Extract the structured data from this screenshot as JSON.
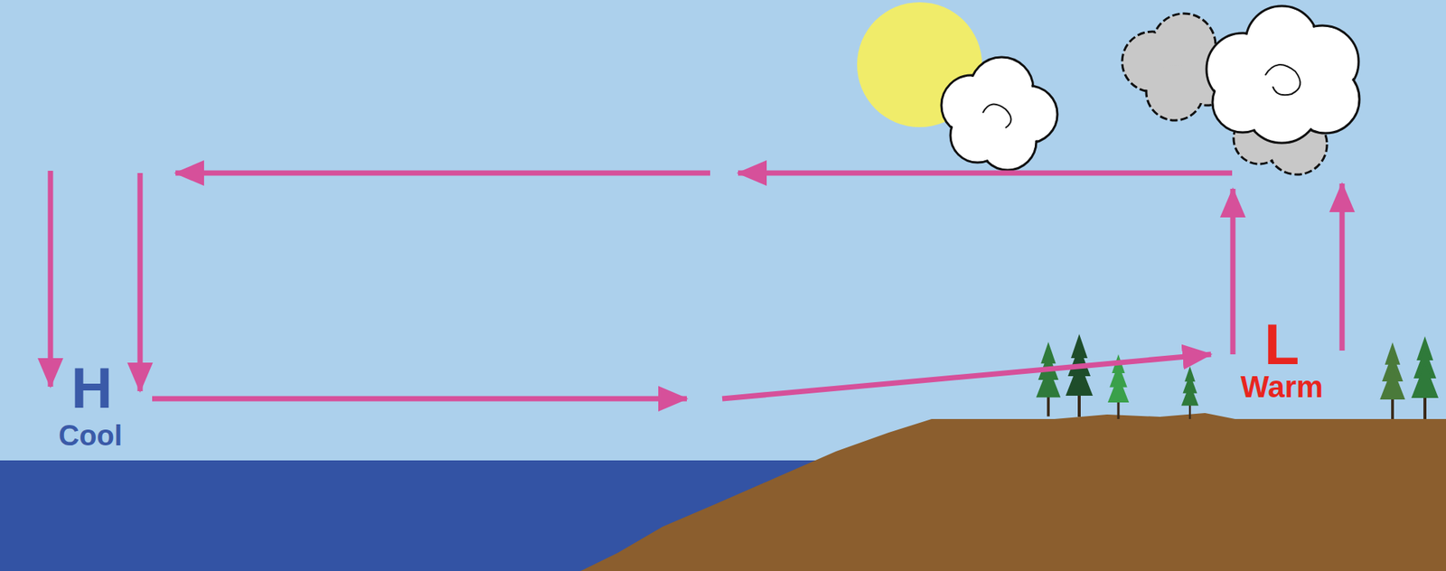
{
  "diagram": {
    "labels": [
      "H",
      "Cool",
      "L",
      "Warm"
    ]
  }
}
